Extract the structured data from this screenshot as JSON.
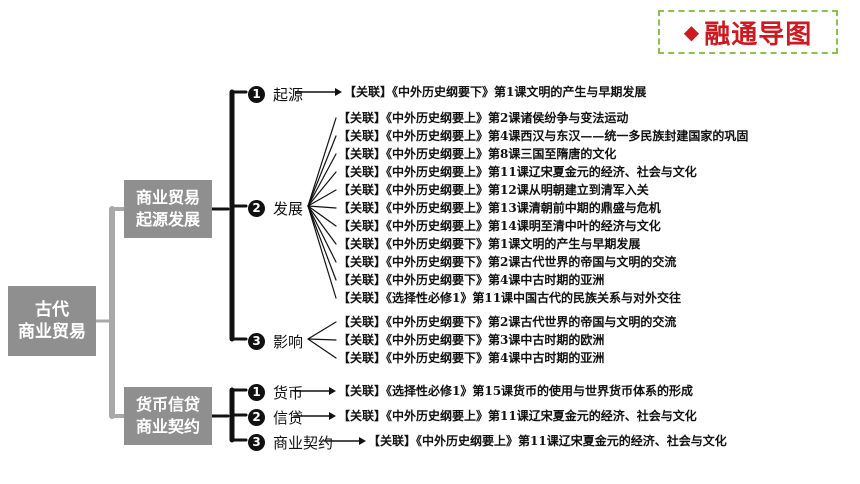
{
  "badge": {
    "icon": "diamond-icon",
    "title": "融通导图"
  },
  "root": {
    "line1": "古代",
    "line2": "商业贸易"
  },
  "branches": [
    {
      "line1": "商业贸易",
      "line2": "起源发展",
      "nodes": [
        {
          "num": "1",
          "label": "起源",
          "leaves": [
            "【关联】《中外历史纲要下》第1课文明的产生与早期发展"
          ]
        },
        {
          "num": "2",
          "label": "发展",
          "leaves": [
            "【关联】《中外历史纲要上》第2课诸侯纷争与变法运动",
            "【关联】《中外历史纲要上》第4课西汉与东汉——统一多民族封建国家的巩固",
            "【关联】《中外历史纲要上》第8课三国至隋唐的文化",
            "【关联】《中外历史纲要上》第11课辽宋夏金元的经济、社会与文化",
            "【关联】《中外历史纲要上》第12课从明朝建立到清军入关",
            "【关联】《中外历史纲要上》第13课清朝前中期的鼎盛与危机",
            "【关联】《中外历史纲要上》第14课明至清中叶的经济与文化",
            "【关联】《中外历史纲要下》第1课文明的产生与早期发展",
            "【关联】《中外历史纲要下》第2课古代世界的帝国与文明的交流",
            "【关联】《中外历史纲要下》第4课中古时期的亚洲",
            "【关联】《选择性必修1》第11课中国古代的民族关系与对外交往"
          ]
        },
        {
          "num": "3",
          "label": "影响",
          "leaves": [
            "【关联】《中外历史纲要下》第2课古代世界的帝国与文明的交流",
            "【关联】《中外历史纲要下》第3课中古时期的欧洲",
            "【关联】《中外历史纲要下》第4课中古时期的亚洲"
          ]
        }
      ]
    },
    {
      "line1": "货币信贷",
      "line2": "商业契约",
      "nodes": [
        {
          "num": "1",
          "label": "货币",
          "leaves": [
            "【关联】《选择性必修1》第15课货币的使用与世界货币体系的形成"
          ]
        },
        {
          "num": "2",
          "label": "信贷",
          "leaves": [
            "【关联】《中外历史纲要上》第11课辽宋夏金元的经济、社会与文化"
          ]
        },
        {
          "num": "3",
          "label": "商业契约",
          "leaves": [
            "【关联】《中外历史纲要上》第11课辽宋夏金元的经济、社会与文化"
          ]
        }
      ]
    }
  ]
}
